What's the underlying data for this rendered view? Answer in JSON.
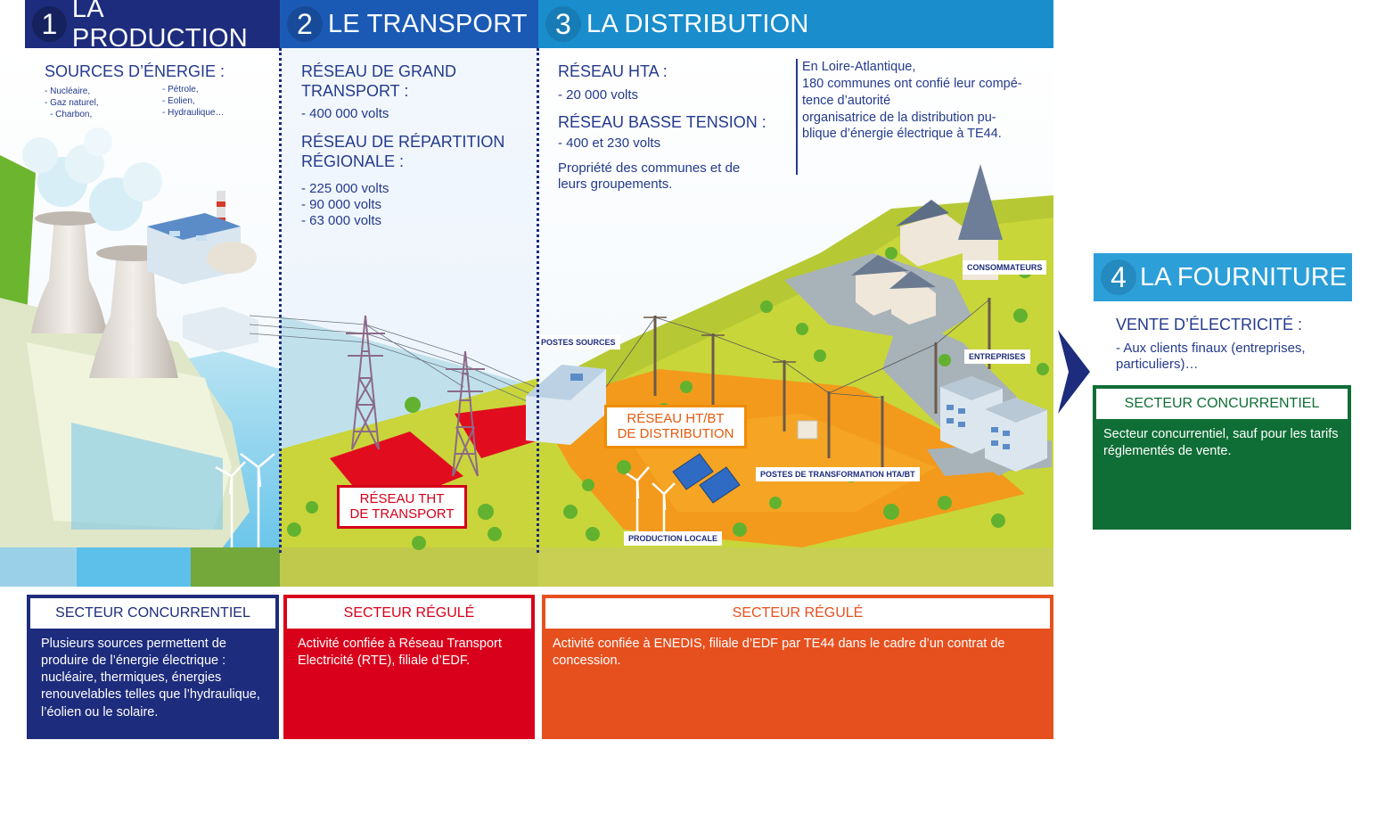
{
  "production": {
    "number": "1",
    "title": "LA PRODUCTION",
    "sources_title": "SOURCES D’ÉNERGIE :",
    "sources_col1": [
      "- Nucléaire,",
      "- Gaz naturel,",
      "- Charbon,"
    ],
    "sources_col2": [
      "- Pétrole,",
      "- Eolien,",
      "- Hydraulique…"
    ],
    "sector_label": "SECTEUR CONCURRENTIEL",
    "sector_text": "Plusieurs sources permettent de produire de l’énergie électrique : nucléaire, thermiques, énergies renouvelables telles que l’hydraulique, l’éolien ou le solaire."
  },
  "transport": {
    "number": "2",
    "title": "LE TRANSPORT",
    "grand_transport_title": "RÉSEAU DE GRAND TRANSPORT :",
    "grand_transport_values": [
      "- 400 000 volts"
    ],
    "repartition_title": "RÉSEAU DE RÉPARTITION RÉGIONALE :",
    "repartition_values": [
      "- 225 000 volts",
      "- 90 000 volts",
      "- 63 000 volts"
    ],
    "scene_label_line1": "RÉSEAU THT",
    "scene_label_line2": "DE TRANSPORT",
    "sector_label": "SECTEUR RÉGULÉ",
    "sector_text": "Activité confiée à Réseau Transport Electricité (RTE), filiale d’EDF."
  },
  "distribution": {
    "number": "3",
    "title": "LA DISTRIBUTION",
    "hta_title": "RÉSEAU HTA :",
    "hta_values": [
      "- 20 000 volts"
    ],
    "bt_title": "RÉSEAU BASSE TENSION :",
    "bt_values": [
      "- 400 et 230 volts"
    ],
    "property_note": "Propriété des communes et de leurs groupements.",
    "loire_note": [
      "En Loire-Atlantique,",
      "180 communes ont confié leur compé-",
      "tence d’autorité",
      "organisatrice de la distribution pu-",
      "blique d’énergie électrique à TE44."
    ],
    "scene_label_line1": "RÉSEAU HT/BT",
    "scene_label_line2": "DE DISTRIBUTION",
    "labels": {
      "postes_sources": "POSTES SOURCES",
      "consommateurs": "CONSOMMATEURS",
      "entreprises": "ENTREPRISES",
      "postes_transformation": "POSTES DE TRANSFORMATION HTA/BT",
      "production_locale": "PRODUCTION LOCALE"
    },
    "sector_label": "SECTEUR RÉGULÉ",
    "sector_text": "Activité confiée à ENEDIS, filiale d’EDF par TE44 dans le cadre d’un contrat de concession."
  },
  "fourniture": {
    "number": "4",
    "title": "LA FOURNITURE",
    "vente_title": "VENTE D’ÉLECTRICITÉ :",
    "vente_values": [
      "- Aux clients finaux (entreprises, particuliers)…"
    ],
    "sector_label": "SECTEUR CONCURRENTIEL",
    "sector_text": "Secteur concurrentiel, sauf pour les tarifs réglementés de vente."
  },
  "colors": {
    "production": "#1d2c7c",
    "transport": "#1a5ab5",
    "distribution": "#1a8dcc",
    "fourniture": "#2c9fd8",
    "regule_red": "#d9001b",
    "regule_orange": "#e6501f",
    "concurrentiel_green": "#0f6e36"
  }
}
